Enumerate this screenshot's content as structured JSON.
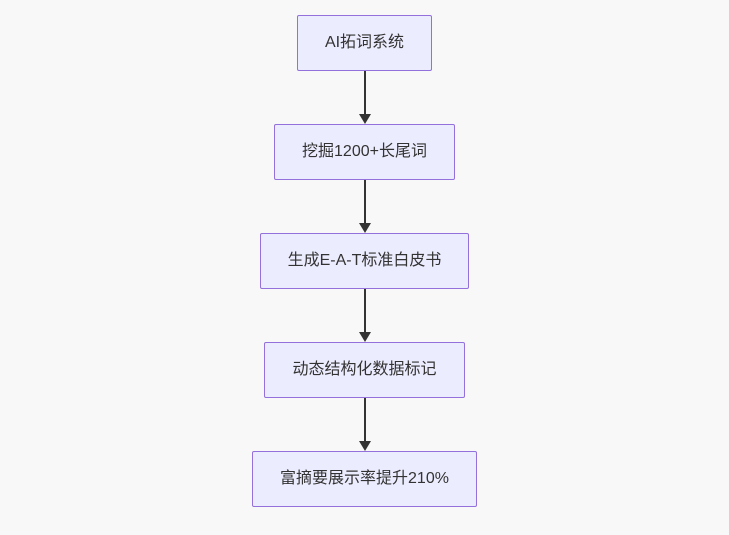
{
  "diagram": {
    "type": "flowchart",
    "direction": "top-down",
    "nodes": [
      {
        "id": "n1",
        "label": "AI拓词系统"
      },
      {
        "id": "n2",
        "label": "挖掘1200+长尾词"
      },
      {
        "id": "n3",
        "label": "生成E-A-T标准白皮书"
      },
      {
        "id": "n4",
        "label": "动态结构化数据标记"
      },
      {
        "id": "n5",
        "label": "富摘要展示率提升210%"
      }
    ],
    "edges": [
      {
        "from": "n1",
        "to": "n2"
      },
      {
        "from": "n2",
        "to": "n3"
      },
      {
        "from": "n3",
        "to": "n4"
      },
      {
        "from": "n4",
        "to": "n5"
      }
    ],
    "colors": {
      "node_fill": "#ECECFF",
      "node_border": "#9370DB",
      "edge_line": "#333333",
      "text": "#333333",
      "background": "#F8F8F8"
    }
  }
}
